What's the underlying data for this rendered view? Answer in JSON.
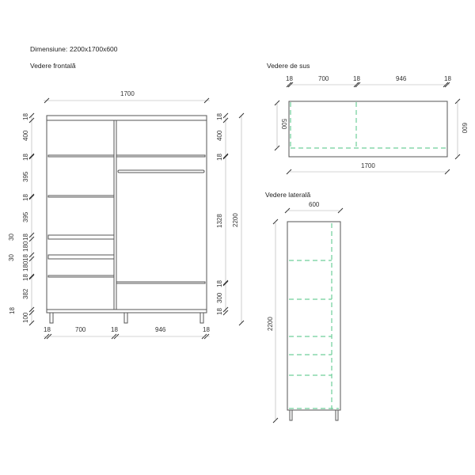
{
  "header": {
    "dimension_label": "Dimensiune:",
    "dimension_value": "2200x1700x600"
  },
  "front_view": {
    "title": "Vedere frontală",
    "width_total": "1700",
    "left_dims": [
      "18",
      "400",
      "18",
      "395",
      "18",
      "395",
      "18",
      "180",
      "18",
      "180",
      "18",
      "382",
      "18",
      "100"
    ],
    "left_extra": [
      "30",
      "30"
    ],
    "right_dims": [
      "18",
      "400",
      "18",
      "1328",
      "18",
      "300",
      "18"
    ],
    "height_total": "2200",
    "bottom_dims": [
      "18",
      "700",
      "18",
      "946",
      "18"
    ]
  },
  "top_view": {
    "title": "Vedere de sus",
    "top_dims": [
      "18",
      "700",
      "18",
      "946",
      "18"
    ],
    "depth_inner": "500",
    "depth_total": "600",
    "width_total": "1700"
  },
  "side_view": {
    "title": "Vedere laterală",
    "depth": "600",
    "height": "2200"
  },
  "colors": {
    "outline": "#555555",
    "hidden_lines": "#6fcf9a",
    "dimension_lines": "#aaaaaa"
  }
}
